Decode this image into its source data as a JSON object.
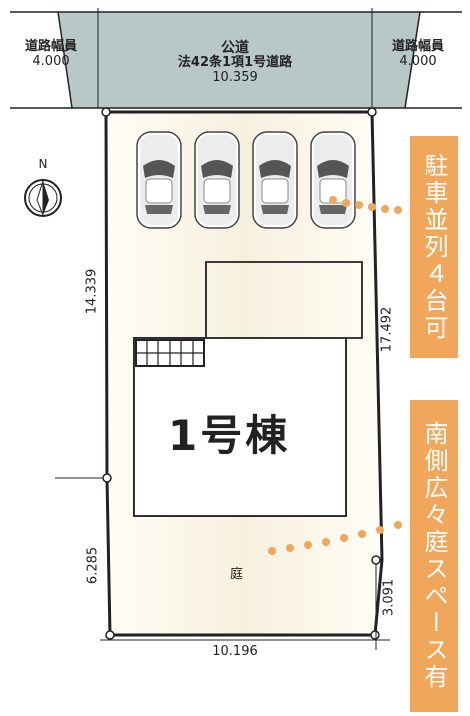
{
  "road": {
    "left_width_label": "道路幅員",
    "left_width_value": "4.000",
    "right_width_label": "道路幅員",
    "right_width_value": "4.000",
    "name_line1": "公道",
    "name_line2": "法42条1項1号道路",
    "frontage": "10.359"
  },
  "dimensions": {
    "left_upper": "14.339",
    "left_lower": "6.285",
    "right_upper": "17.492",
    "right_lower": "3.091",
    "bottom": "10.196"
  },
  "compass": {
    "label": "N"
  },
  "building": {
    "label": "1号棟"
  },
  "garden": {
    "label": "庭"
  },
  "callouts": {
    "parking": "駐車並列４台可",
    "garden": "南側広々庭スペース有"
  },
  "parking": {
    "car_count": 4
  },
  "colors": {
    "road": "#b8c8c7",
    "lot": "#fbf7ea",
    "accent": "#f0a75c",
    "outline": "#222222"
  }
}
